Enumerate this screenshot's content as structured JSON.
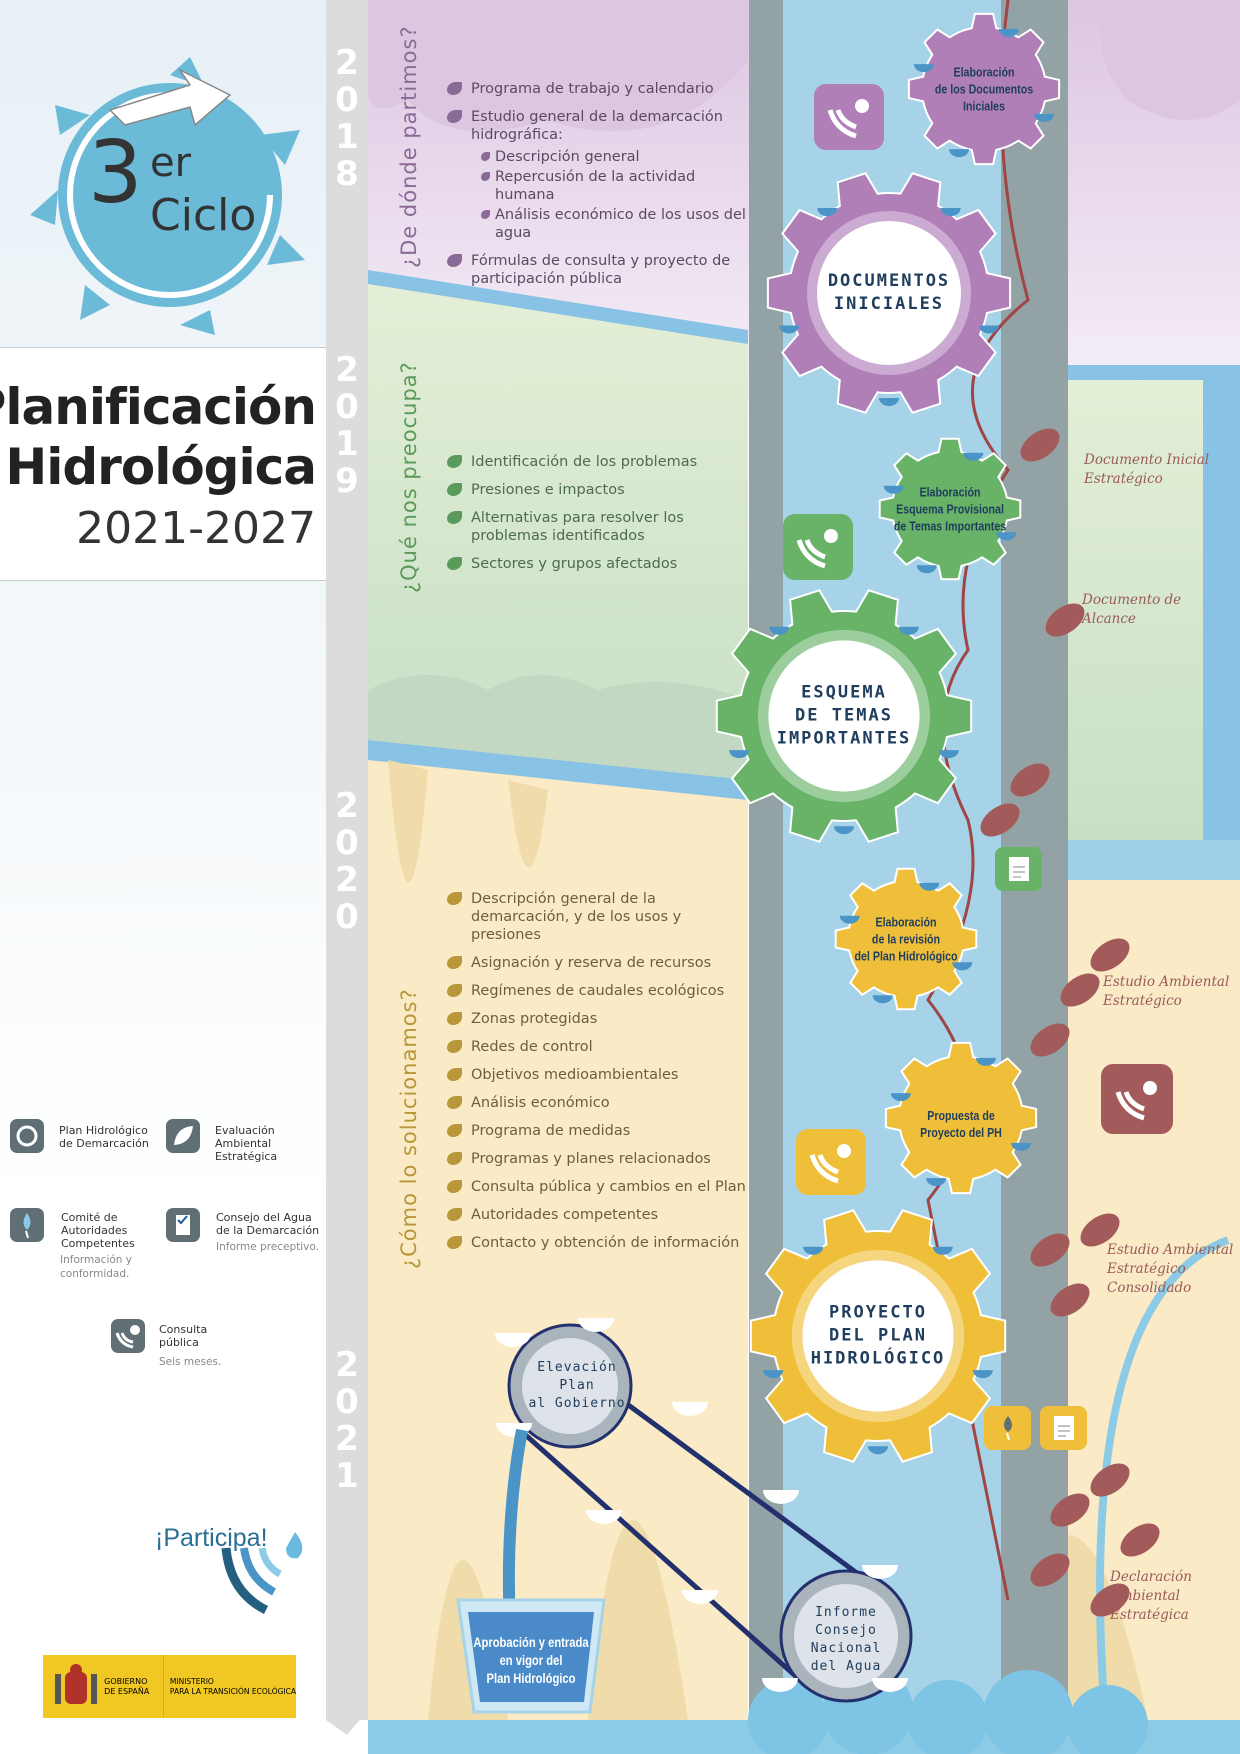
{
  "logo": {
    "number": "3",
    "superscript": "er",
    "word": "Ciclo"
  },
  "title": {
    "line1": "Planificación",
    "line2": "Hidrológica",
    "years": "2021-2027"
  },
  "timeline": {
    "years": [
      "2018",
      "2019",
      "2020",
      "2021"
    ]
  },
  "sections": [
    {
      "question": "¿De dónde partimos?",
      "color": "#8a6a96",
      "items": [
        {
          "text": "Programa de trabajo y calendario"
        },
        {
          "text": "Estudio general de la demarcación hidrográfica:",
          "sub": [
            "Descripción general",
            "Repercusión de la actividad humana",
            "Análisis económico de los usos del agua"
          ]
        },
        {
          "text": "Fórmulas de consulta y proyecto de participación pública"
        }
      ]
    },
    {
      "question": "¿Qué nos preocupa?",
      "color": "#5a9a5a",
      "items": [
        {
          "text": "Identificación de los problemas"
        },
        {
          "text": "Presiones e impactos"
        },
        {
          "text": "Alternativas para resolver los problemas identificados"
        },
        {
          "text": "Sectores y grupos afectados"
        }
      ]
    },
    {
      "question": "¿Cómo lo solucionamos?",
      "color": "#b8963a",
      "items": [
        {
          "text": "Descripción general de la demarcación, y de los usos y presiones"
        },
        {
          "text": "Asignación y reserva de recursos"
        },
        {
          "text": "Regímenes de caudales ecológicos"
        },
        {
          "text": "Zonas protegidas"
        },
        {
          "text": "Redes de control"
        },
        {
          "text": "Objetivos medioambientales"
        },
        {
          "text": "Análisis económico"
        },
        {
          "text": "Programa de medidas"
        },
        {
          "text": "Programas y planes relacionados"
        },
        {
          "text": "Consulta pública y cambios en el Plan"
        },
        {
          "text": "Autoridades competentes"
        },
        {
          "text": "Contacto y obtención de información"
        }
      ]
    }
  ],
  "gears": {
    "elab_docs": "Elaboración\nde los Documentos\nIniciales",
    "docs_iniciales": "DOCUMENTOS\nINICIALES",
    "elab_esquema": "Elaboración\nEsquema Provisional\nde Temas Importantes",
    "esquema": "ESQUEMA\nDE TEMAS\nIMPORTANTES",
    "elab_revision": "Elaboración\nde la revisión\ndel Plan Hidrológico",
    "propuesta": "Propuesta de\nProyecto del PH",
    "proyecto": "PROYECTO\nDEL PLAN\nHIDROLÓGICO"
  },
  "circles": {
    "elevacion": "Elevación\nPlan\nal Gobierno",
    "informe": "Informe\nConsejo\nNacional\ndel Agua",
    "aprobacion": "Aprobación y entrada\nen vigor del\nPlan Hidrológico"
  },
  "eae_labels": {
    "dis": "Documento Inicial\nEstratégico",
    "alcance": "Documento de\nAlcance",
    "eae": "Estudio Ambiental\nEstratégico",
    "eae_consolidado": "Estudio Ambiental\nEstratégico\nConsolidado",
    "declaracion": "Declaración\nAmbiental\nEstratégica"
  },
  "legend": {
    "plan": "Plan Hidrológico\nde Demarcación",
    "eval": "Evaluación\nAmbiental\nEstratégica",
    "comite": "Comité de\nAutoridades\nCompetentes",
    "comite_sub": "Información y\nconformidad.",
    "consejo": "Consejo del Agua\nde la Demarcación",
    "consejo_sub": "Informe preceptivo.",
    "consulta": "Consulta\npública",
    "consulta_sub": "Seis meses."
  },
  "participa": "¡Participa!",
  "gobierno": {
    "left": "GOBIERNO\nDE ESPAÑA",
    "right": "MINISTERIO\nPARA LA TRANSICIÓN ECOLÓGICA"
  },
  "colors": {
    "purple": "#b07fb8",
    "green": "#68b368",
    "yellow": "#f0bf3a",
    "eae": "#a35a5a",
    "water": "#a6d3e8",
    "navy": "#1f3d5c"
  }
}
